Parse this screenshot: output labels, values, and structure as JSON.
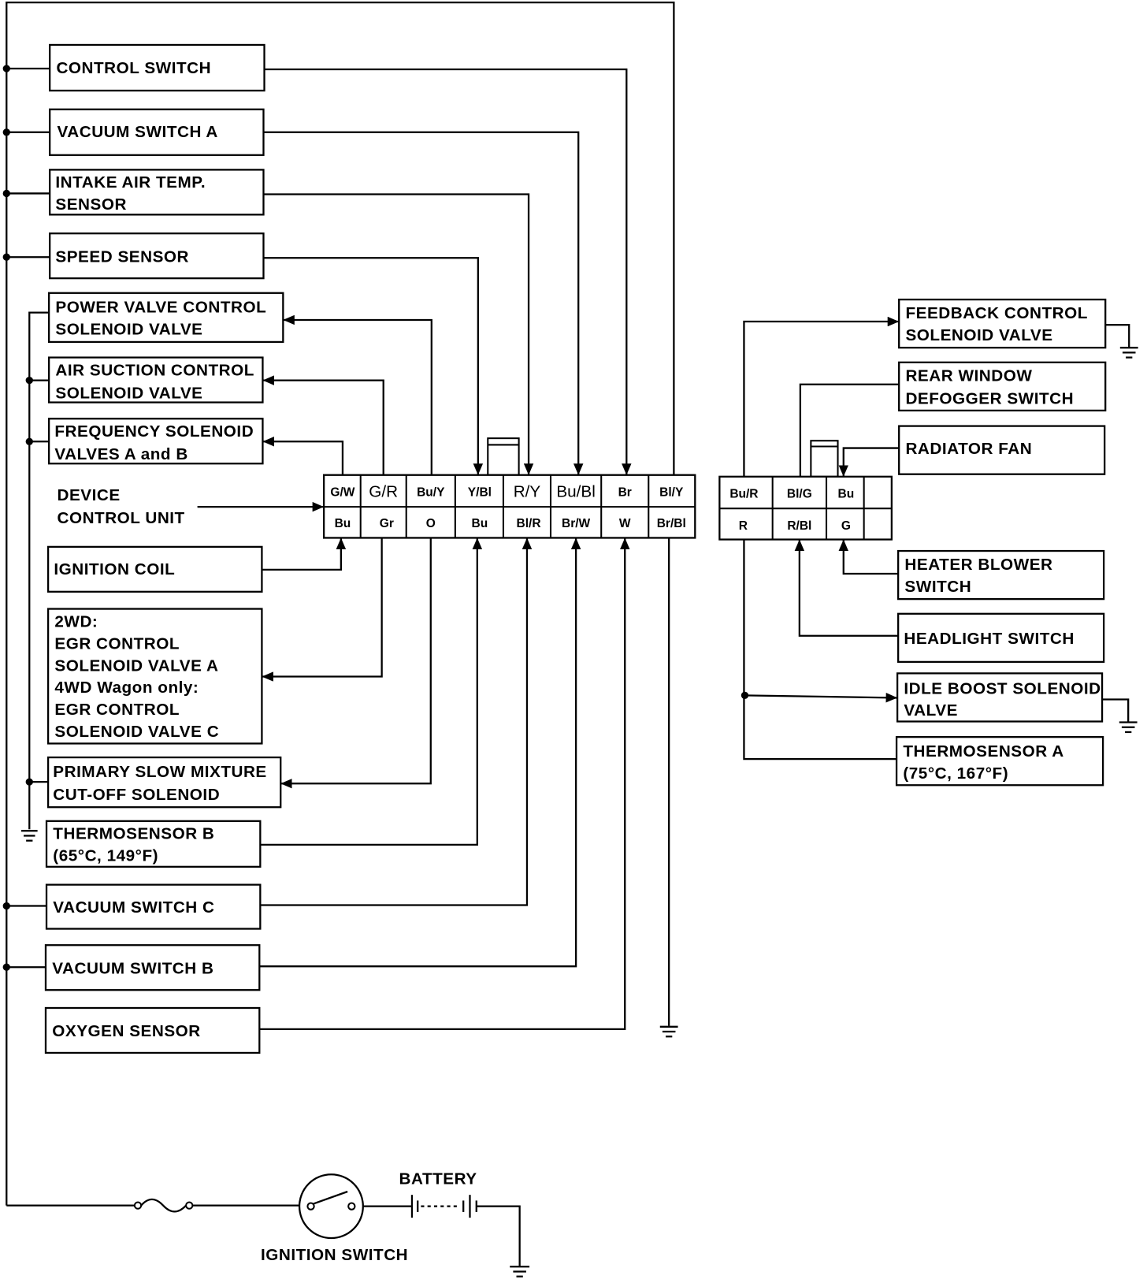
{
  "left": {
    "control_switch": [
      "CONTROL SWITCH"
    ],
    "vacuum_switch_a": [
      "VACUUM SWITCH A"
    ],
    "intake_air_temp_sensor": [
      "INTAKE AIR TEMP.",
      "SENSOR"
    ],
    "speed_sensor": [
      "SPEED SENSOR"
    ],
    "power_valve": [
      "POWER VALVE CONTROL",
      "SOLENOID VALVE"
    ],
    "air_suction": [
      "AIR SUCTION CONTROL",
      "SOLENOID VALVE"
    ],
    "frequency_solenoid": [
      "FREQUENCY SOLENOID",
      "VALVES A and B"
    ],
    "device_control_unit": [
      "DEVICE",
      "CONTROL UNIT"
    ],
    "ignition_coil": [
      "IGNITION COIL"
    ],
    "egr_control": [
      "2WD:",
      "EGR CONTROL",
      "SOLENOID VALVE A",
      "4WD Wagon only:",
      "EGR CONTROL",
      "SOLENOID VALVE C"
    ],
    "primary_slow_mixture": [
      "PRIMARY SLOW MIXTURE",
      "CUT-OFF SOLENOID"
    ],
    "thermosensor_b": [
      "THERMOSENSOR B",
      "(65°C, 149°F)"
    ],
    "vacuum_switch_c": [
      "VACUUM SWITCH C"
    ],
    "vacuum_switch_b": [
      "VACUUM SWITCH B"
    ],
    "oxygen_sensor": [
      "OXYGEN SENSOR"
    ]
  },
  "right": {
    "feedback_control": [
      "FEEDBACK CONTROL",
      "SOLENOID VALVE"
    ],
    "rear_window_defogger": [
      "REAR WINDOW",
      "DEFOGGER SWITCH"
    ],
    "radiator_fan": [
      "RADIATOR FAN"
    ],
    "heater_blower": [
      "HEATER BLOWER",
      "SWITCH"
    ],
    "headlight_switch": [
      "HEADLIGHT SWITCH"
    ],
    "idle_boost": [
      "IDLE BOOST SOLENOID",
      "VALVE"
    ],
    "thermosensor_a": [
      "THERMOSENSOR A",
      "(75°C, 167°F)"
    ]
  },
  "connector_1": {
    "top": [
      "G/W",
      "G/R",
      "Bu/Y",
      "Y/Bl",
      "R/Y",
      "Bu/Bl",
      "Br",
      "Bl/Y"
    ],
    "bottom": [
      "Bu",
      "Gr",
      "O",
      "Bu",
      "Bl/R",
      "Br/W",
      "W",
      "Br/Bl"
    ]
  },
  "connector_2": {
    "top": [
      "Bu/R",
      "Bl/G",
      "Bu"
    ],
    "bottom": [
      "R",
      "R/Bl",
      "G"
    ]
  },
  "battery": "BATTERY",
  "ignition_switch": "IGNITION SWITCH"
}
